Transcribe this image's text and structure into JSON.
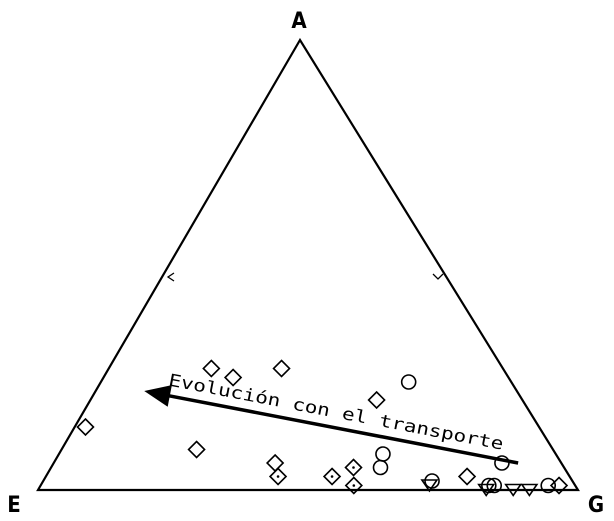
{
  "chart_data": {
    "type": "ternary-scatter",
    "vertices": {
      "top": "A",
      "left": "E",
      "right": "G"
    },
    "annotation": {
      "text": "Evolución con el transporte",
      "from": {
        "A": 0.06,
        "E": 0.08,
        "G": 0.86
      },
      "to": {
        "A": 0.22,
        "E": 0.69,
        "G": 0.09
      }
    },
    "series": [
      {
        "marker": "diamond",
        "points": [
          {
            "A": 0.27,
            "E": 0.54,
            "G": 0.19
          },
          {
            "A": 0.25,
            "E": 0.51,
            "G": 0.24
          },
          {
            "A": 0.27,
            "E": 0.41,
            "G": 0.32
          },
          {
            "A": 0.2,
            "E": 0.27,
            "G": 0.53
          },
          {
            "A": 0.14,
            "E": 0.84,
            "G": 0.02
          },
          {
            "A": 0.09,
            "E": 0.66,
            "G": 0.25
          },
          {
            "A": 0.06,
            "E": 0.53,
            "G": 0.41
          },
          {
            "A": 0.03,
            "E": 0.19,
            "G": 0.78
          },
          {
            "A": 0.01,
            "E": 0.03,
            "G": 0.96
          }
        ]
      },
      {
        "marker": "dotted-diamond",
        "points": [
          {
            "A": 0.03,
            "E": 0.54,
            "G": 0.43
          },
          {
            "A": 0.03,
            "E": 0.44,
            "G": 0.53
          },
          {
            "A": 0.05,
            "E": 0.39,
            "G": 0.56
          },
          {
            "A": 0.01,
            "E": 0.41,
            "G": 0.58
          }
        ]
      },
      {
        "marker": "circle",
        "points": [
          {
            "A": 0.24,
            "E": 0.19,
            "G": 0.57
          },
          {
            "A": 0.08,
            "E": 0.32,
            "G": 0.6
          },
          {
            "A": 0.05,
            "E": 0.34,
            "G": 0.61
          },
          {
            "A": 0.02,
            "E": 0.26,
            "G": 0.72
          },
          {
            "A": 0.06,
            "E": 0.11,
            "G": 0.83
          },
          {
            "A": 0.01,
            "E": 0.05,
            "G": 0.94
          },
          {
            "A": 0.01,
            "E": 0.15,
            "G": 0.84
          },
          {
            "A": 0.01,
            "E": 0.16,
            "G": 0.83
          }
        ]
      },
      {
        "marker": "triangle-down",
        "points": [
          {
            "A": 0.01,
            "E": 0.27,
            "G": 0.72
          },
          {
            "A": 0.0,
            "E": 0.17,
            "G": 0.83
          },
          {
            "A": 0.0,
            "E": 0.09,
            "G": 0.91
          },
          {
            "A": 0.0,
            "E": 0.12,
            "G": 0.88
          }
        ]
      }
    ]
  }
}
